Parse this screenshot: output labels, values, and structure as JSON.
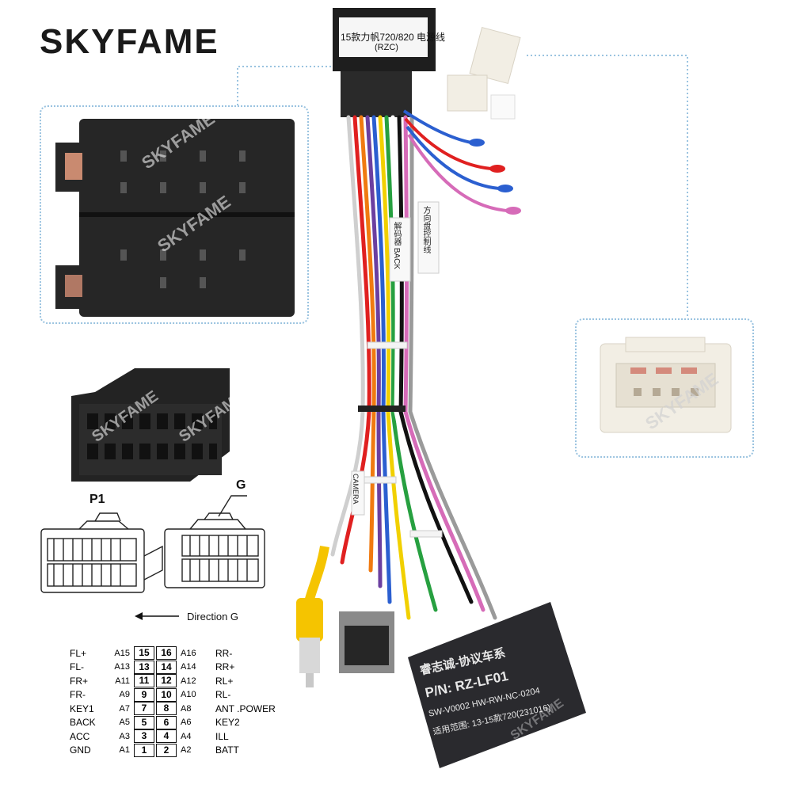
{
  "brand": {
    "name": "SKYFAME",
    "watermark": "SKYFAME"
  },
  "plug_top": {
    "line1": "15款力帆720/820 电源线",
    "line2": "(RZC)"
  },
  "cable_tags": [
    "解码器 BACK",
    "方向盘控制线"
  ],
  "camera_tag": "CAMERA",
  "module": {
    "line1": "睿志诚-协议车系",
    "line2": "P/N: RZ-LF01",
    "line3": "SW-V0002   HW-RW-NC-0204",
    "line4": "适用范围: 13-15款720(231016)"
  },
  "p1_label": "P1",
  "g_label": "G",
  "direction_label": "Direction G",
  "pinout": [
    {
      "left": "FL+",
      "lpin": "A15",
      "a": "15",
      "b": "16",
      "rpin": "A16",
      "right": "RR-"
    },
    {
      "left": "FL-",
      "lpin": "A13",
      "a": "13",
      "b": "14",
      "rpin": "A14",
      "right": "RR+"
    },
    {
      "left": "FR+",
      "lpin": "A11",
      "a": "11",
      "b": "12",
      "rpin": "A12",
      "right": "RL+"
    },
    {
      "left": "FR-",
      "lpin": "A9",
      "a": "9",
      "b": "10",
      "rpin": "A10",
      "right": "RL-"
    },
    {
      "left": "KEY1",
      "lpin": "A7",
      "a": "7",
      "b": "8",
      "rpin": "A8",
      "right": "ANT .POWER"
    },
    {
      "left": "BACK",
      "lpin": "A5",
      "a": "5",
      "b": "6",
      "rpin": "A6",
      "right": "KEY2"
    },
    {
      "left": "ACC",
      "lpin": "A3",
      "a": "3",
      "b": "4",
      "rpin": "A4",
      "right": "ILL"
    },
    {
      "left": "GND",
      "lpin": "A1",
      "a": "1",
      "b": "2",
      "rpin": "A2",
      "right": "BATT"
    }
  ],
  "colors": {
    "connector": "#262626",
    "module": "#2a2a2e",
    "plug_white": "#f2eee4",
    "panel_border": "#9ac3e0",
    "rca": "#f5c400"
  }
}
